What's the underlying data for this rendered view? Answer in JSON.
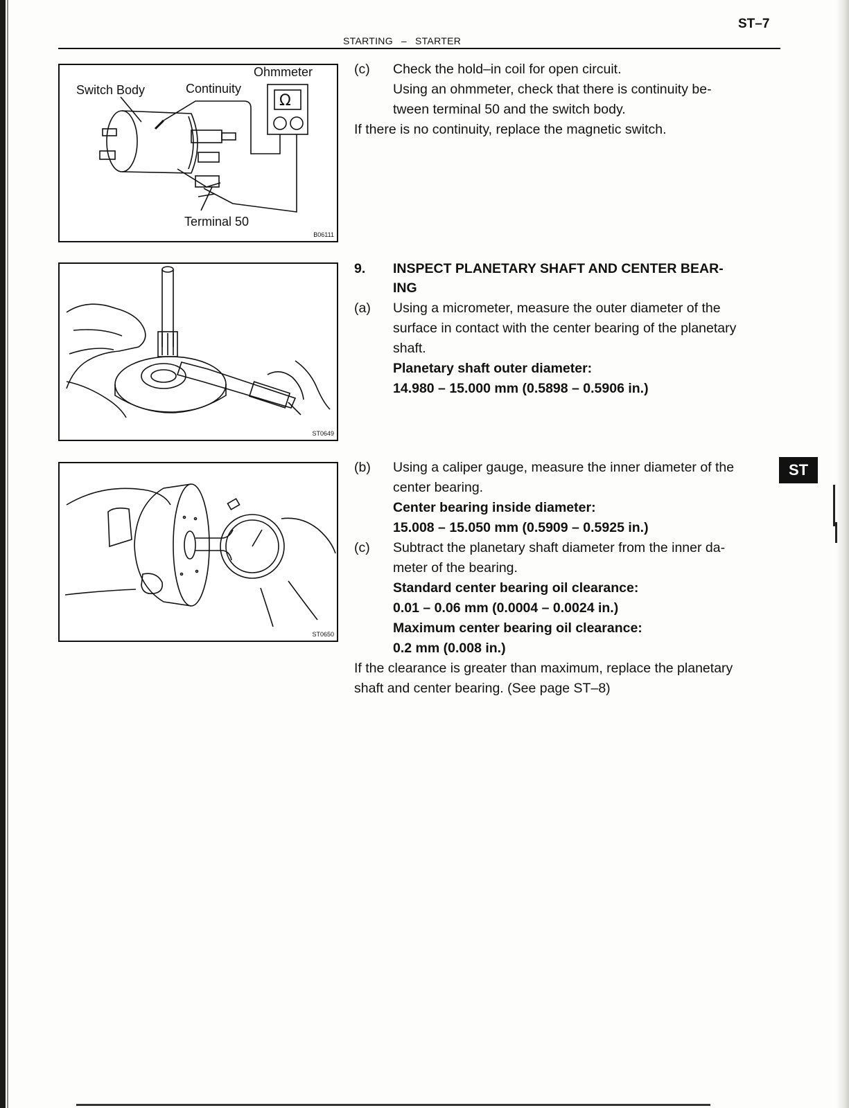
{
  "header": {
    "page_number": "ST–7",
    "section": "STARTING",
    "separator": "–",
    "subsection": "STARTER"
  },
  "side_tab": {
    "label": "ST"
  },
  "figures": {
    "fig1": {
      "labels": {
        "ohmmeter": "Ohmmeter",
        "switch_body": "Switch Body",
        "continuity": "Continuity",
        "terminal_50": "Terminal 50",
        "ohm_symbol": "Ω"
      },
      "id": "B06111"
    },
    "fig2": {
      "id": "ST0649"
    },
    "fig3": {
      "id": "ST0650"
    }
  },
  "step_c_holdin": {
    "marker": "(c)",
    "line1": "Check the hold–in coil for open circuit.",
    "line2": "Using an ohmmeter, check that there is continuity be-",
    "line3": "tween terminal 50 and the switch body.",
    "note": "If there is no continuity, replace the magnetic switch."
  },
  "section9": {
    "number": "9.",
    "title_line1": "INSPECT PLANETARY SHAFT AND CENTER BEAR-",
    "title_line2": "ING",
    "a": {
      "marker": "(a)",
      "line1": "Using a micrometer, measure the outer diameter of the",
      "line2": "surface in contact with the center bearing of the planetary",
      "line3": "shaft.",
      "spec_label": "Planetary shaft outer diameter:",
      "spec_value": "14.980 – 15.000 mm (0.5898 – 0.5906 in.)"
    },
    "b": {
      "marker": "(b)",
      "line1": "Using a caliper gauge, measure the inner diameter of the",
      "line2": "center bearing.",
      "spec_label": "Center bearing inside diameter:",
      "spec_value": "15.008 – 15.050 mm (0.5909 – 0.5925 in.)"
    },
    "c": {
      "marker": "(c)",
      "line1": "Subtract the planetary shaft diameter from the inner da-",
      "line2": "meter of the bearing.",
      "std_label": "Standard center bearing oil clearance:",
      "std_value": "0.01 – 0.06 mm (0.0004 – 0.0024 in.)",
      "max_label": "Maximum center bearing oil clearance:",
      "max_value": "0.2 mm (0.008 in.)",
      "note1": "If the clearance is greater than maximum, replace the planetary",
      "note2": "shaft and center bearing. (See page ST–8)"
    }
  }
}
